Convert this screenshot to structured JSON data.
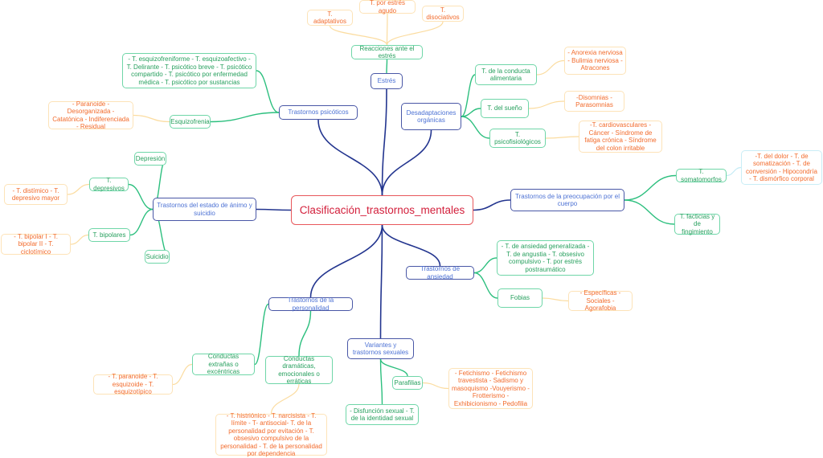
{
  "map": {
    "root": "Clasificación_trastornos_mentales",
    "estres": "Estrés",
    "reacciones": "Reacciones ante el estrés",
    "adaptativos": "T. adaptativos",
    "estres_agudo": "T. por estrés agudo",
    "disociativos": "T. disociativos",
    "psicoticos": "Trastornos psicóticos",
    "psicoticos_lista": "- T. esquizofreniforme - T. esquizoafectivo - T. Delirante - T. psicótico breve - T. psicótico compartido - T. psicótico por enfermedad médica - T. psicótico por sustancias",
    "esquizofrenia": "Esquizofrenia",
    "esquizofrenia_tipos": "- Paranoide - Desorganizada - Catatónica - Indiferenciada - Residual",
    "desadaptaciones": "Desadaptaciones orgánicas",
    "alimentaria": "T. de la conducta alimentaria",
    "alimentaria_tipos": "- Anorexia nerviosa - Bulimia nerviosa - Atracones",
    "sueno": "T. del sueño",
    "sueno_tipos": "-Disomnias - Parasomnias",
    "psicofisiologicos": "T. psicofisiológicos",
    "psicofisiologicos_tipos": "-T. cardiovasculares - Cáncer - Síndrome de fatiga crónica - Síndrome del colon irritable",
    "animo": "Trastornos del estado de ánimo y suicidio",
    "depresion": "Depresión",
    "depresivos": "T. depresivos",
    "depresivos_tipos": "- T. distímico - T. depresivo mayor",
    "bipolares": "T. bipolares",
    "bipolares_tipos": "- T. bipolar I - T. bipolar II - T. ciclotímico",
    "suicidio": "Suicidio",
    "cuerpo": "Trastornos de la preocupación por el cuerpo",
    "somatomorfos": "T. somatomorfos",
    "somatomorfos_tipos": "-T. del dolor - T. de somatización - T. de conversión - Hipocondría - T. dismórfico corporal",
    "facticias": "T. facticias y de fingimiento",
    "ansiedad": "Trastornos de ansiedad",
    "ansiedad_lista": "- T. de ansiedad generalizada - T. de angustia - T. obsesivo compulsivo - T. por estrés postraumático",
    "fobias": "Fobias",
    "fobias_tipos": "- Específicas - Sociales - Agorafobia",
    "personalidad": "Trastornos de la personalidad",
    "extranas": "Conductas extrañas o excéntricas",
    "extranas_tipos": "- T. paranoide - T. esquizoide - T. esquizotípico",
    "dramaticas": "Conductas dramáticas, emocionales o erráticas",
    "dramaticas_tipos": "- T. histriónico - T. narcisista - T. límite - T- antisocial- T. de la personalidad por evitación - T. obsesivo compulsivo de la personalidad - T. de la personalidad por dependencia",
    "sexuales": "Variantes y trastornos sexuales",
    "parafilias": "Parafilias",
    "parafilias_tipos": "- Fetichismo - Fetichismo travestista - Sadismo y masoquismo -Vouyerismo - Frotterismo - Exhibicionismo - Pedofilia",
    "disfuncion": "- Disfunción sexual - T. de la identidad sexual"
  },
  "colors": {
    "root_edge": "#23358f",
    "level2_edge": "#2cbf7e",
    "level3_edge": "#fbdca0",
    "level3_alt_edge": "#c4ebf5"
  }
}
